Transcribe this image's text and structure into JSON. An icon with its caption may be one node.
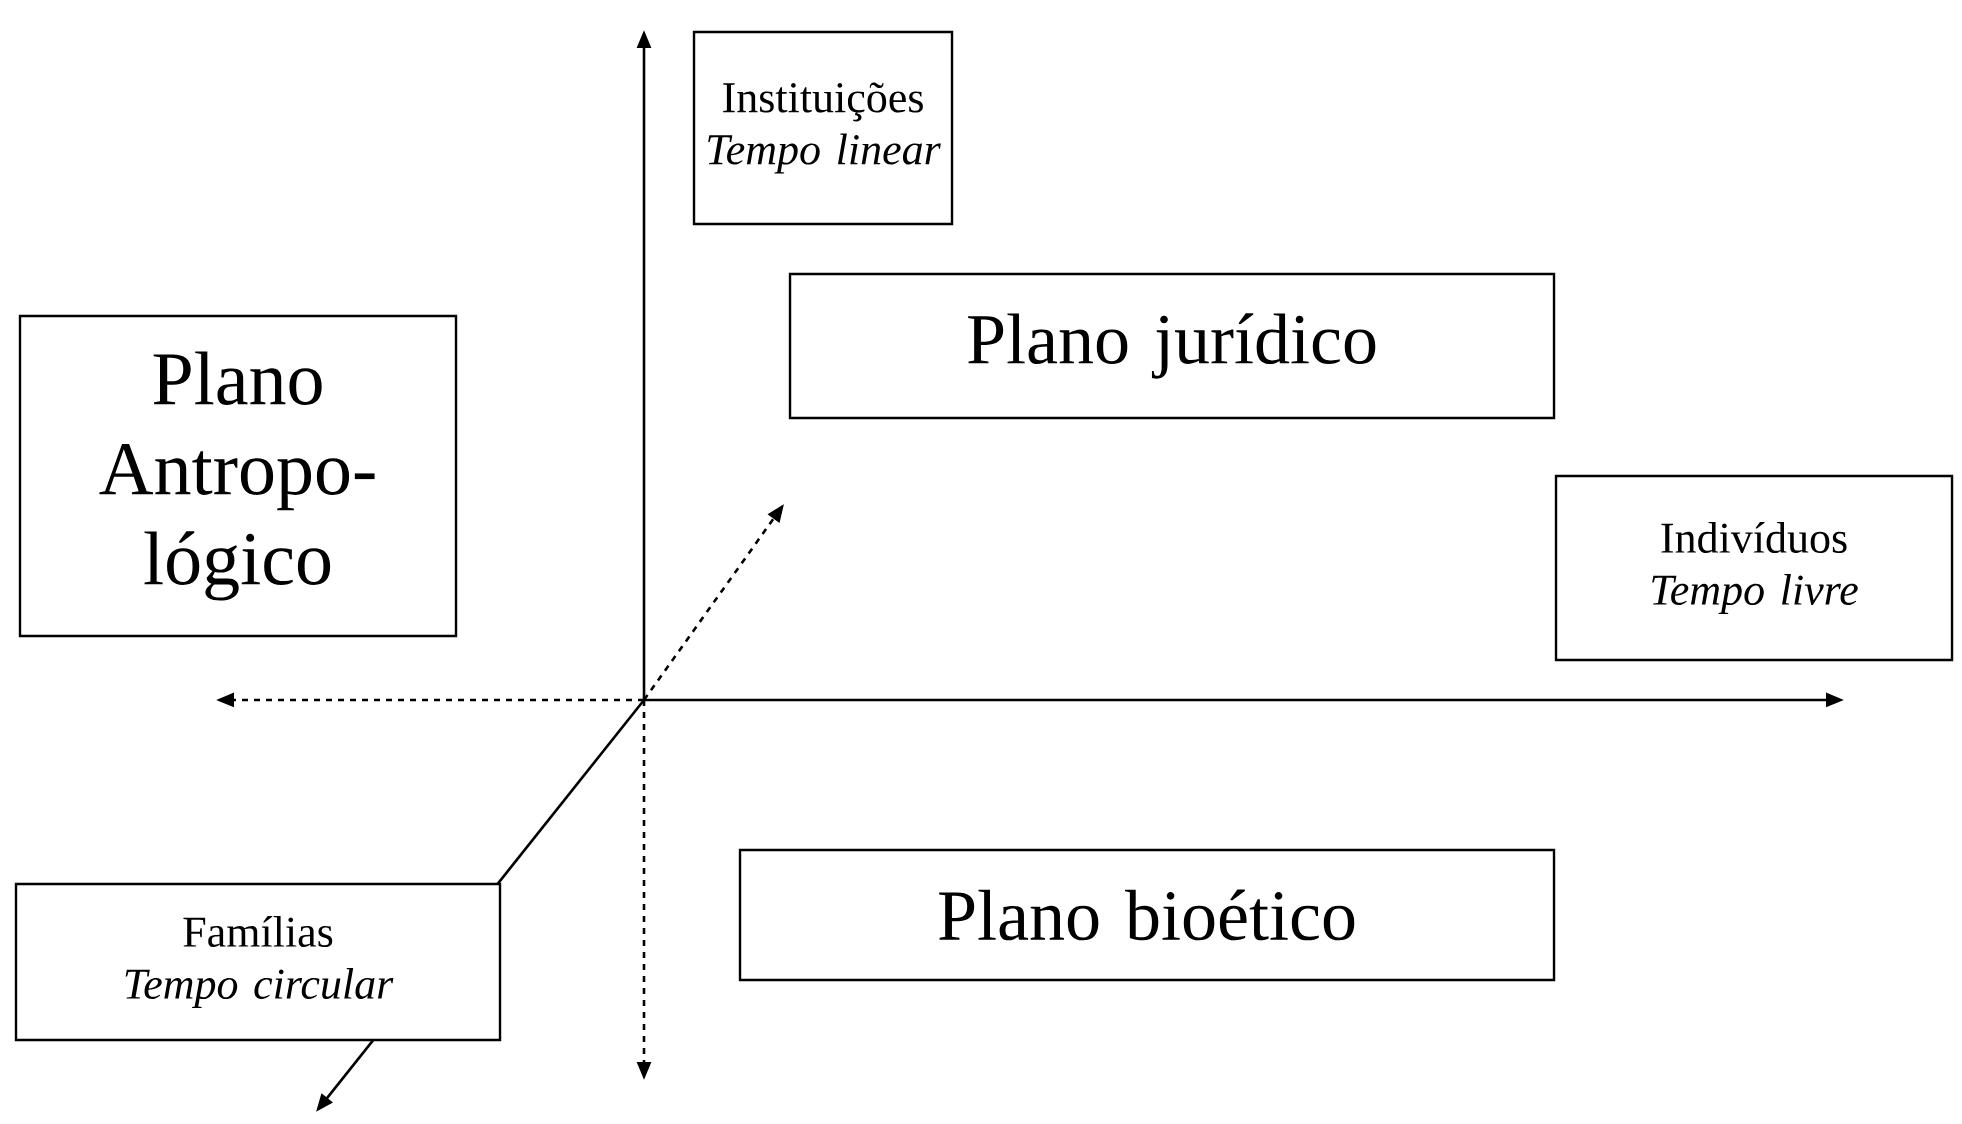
{
  "diagram": {
    "nodes": [
      {
        "text": [
          "Instituições",
          "Tempo linear"
        ]
      },
      {
        "text": [
          "Plano Antropo-lógico"
        ]
      },
      {
        "text": [
          "Plano jurídico"
        ]
      },
      {
        "text": [
          "Indivíduos",
          "Tempo livre"
        ]
      },
      {
        "text": [
          "Famílias",
          "Tempo circular"
        ]
      },
      {
        "text": [
          "Plano bioético"
        ]
      }
    ]
  }
}
